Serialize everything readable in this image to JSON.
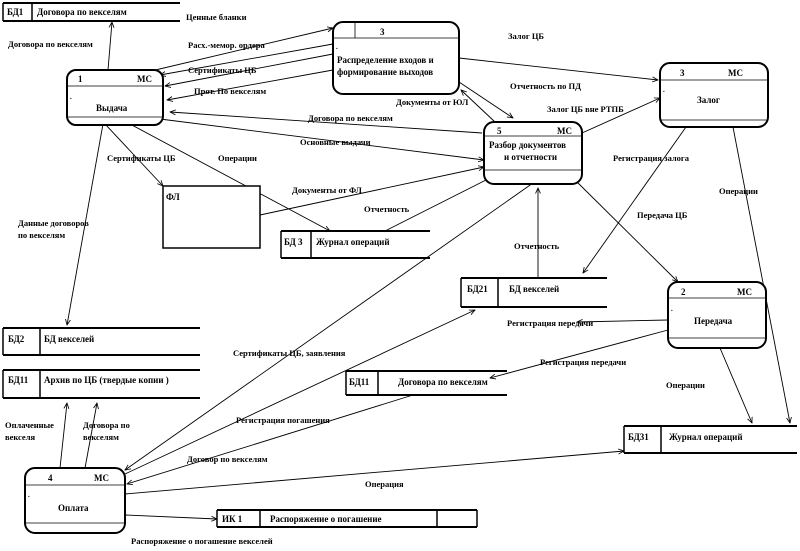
{
  "processes": {
    "p1": {
      "num": "1",
      "tag": "МС",
      "title": "Выдача"
    },
    "p3a": {
      "num": "3",
      "tag": "",
      "title_lines": [
        "Распределение входов  и",
        "формирование выходов"
      ]
    },
    "p3b": {
      "num": "3",
      "tag": "МС",
      "title": "Залог"
    },
    "p5": {
      "num": "5",
      "tag": "МС",
      "title_lines": [
        "Разбор документов",
        "и отчетности"
      ]
    },
    "p2": {
      "num": "2",
      "tag": "МС",
      "title": "Передача"
    },
    "p4": {
      "num": "4",
      "tag": "МС",
      "title": "Оплата"
    }
  },
  "stores": {
    "bd1": {
      "id": "БД1",
      "name": "Договора по векселям"
    },
    "bd3": {
      "id": "БД 3",
      "name": "Журнал операций"
    },
    "bd21": {
      "id": "БД21",
      "name": "БД векселей"
    },
    "bd2": {
      "id": "БД2",
      "name": "БД векселей"
    },
    "bd11a": {
      "id": "БД11",
      "name": "Архив по ЦБ (твердые копии )"
    },
    "bd11b": {
      "id": "БД11",
      "name": "Договора по векселям"
    },
    "bd31": {
      "id": "БД31",
      "name": "Журнал операций"
    },
    "ik1": {
      "id": "ИК 1",
      "name": "Распоряжение о погашение"
    }
  },
  "entities": {
    "fl": {
      "name": "ФЛ"
    }
  },
  "flows": {
    "f01": "Ценные бланки",
    "f02": "Договора по векселям",
    "f03": "Расх.-мемор. ордера",
    "f04": "Сертификаты ЦБ",
    "f05": "Прот. По векселям",
    "f06": "Залог ЦБ",
    "f07": "Отчетность по ПД",
    "f08": "Документы от ЮЛ",
    "f09": "Залог ЦБ вне РТПБ",
    "f10": "Договора по векселям",
    "f11": "Основные выдачи",
    "f12": "Сертификаты ЦБ",
    "f13": "Операции",
    "f14": "Документы от ФЛ",
    "f15": "Отчетность",
    "f16": "Регистрация залога",
    "f17": "Операции",
    "f18": "Данные договоров",
    "f18b": "по векселям",
    "f19": "Передача ЦБ",
    "f20": "Отчетность",
    "f21": "Регистрация передачи",
    "f22": "Сертификаты ЦБ, заявления",
    "f23": "Регистрация передачи",
    "f24": "Операции",
    "f25": "Оплаченные",
    "f25b": "векселя",
    "f26": "Договора по",
    "f26b": "векселям",
    "f27": "Регистрация погашения",
    "f28": "Договор по векселям",
    "f29": "Операция",
    "f30": "Распоряжение о погашение векселей"
  }
}
